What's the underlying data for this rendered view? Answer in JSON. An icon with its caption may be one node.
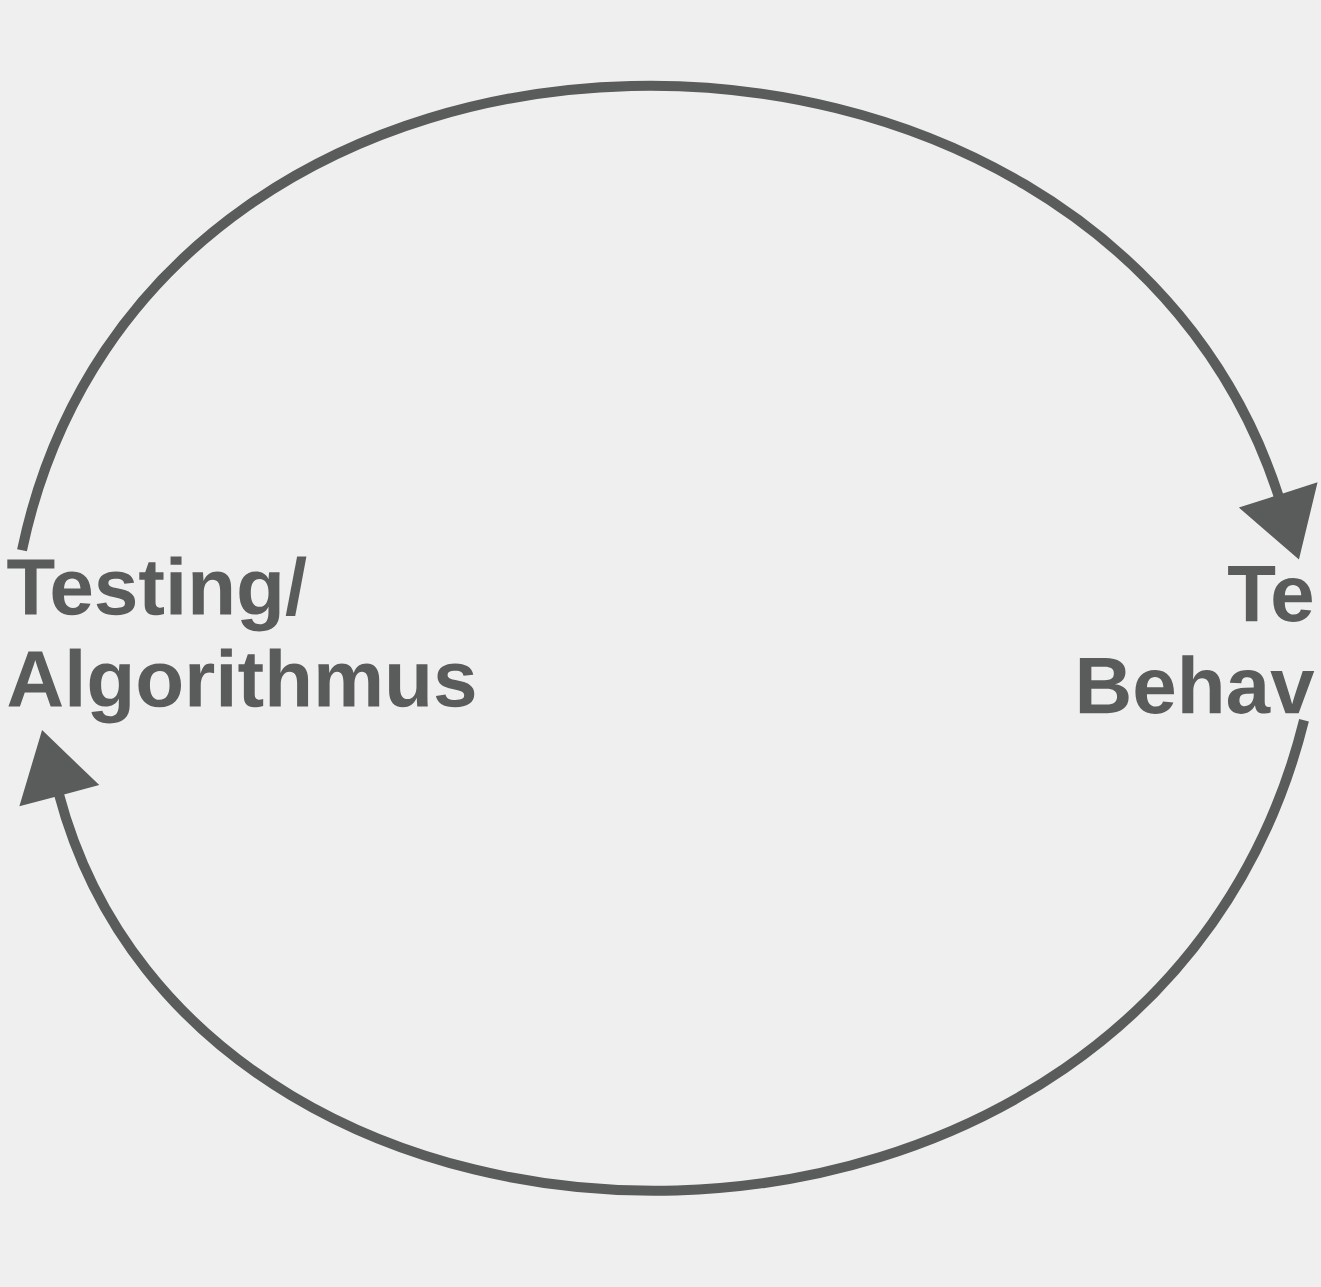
{
  "diagram": {
    "nodes": [
      {
        "text": [
          "Testing/ Algorithmus"
        ]
      },
      {
        "text": [
          "Te Behav"
        ]
      }
    ],
    "edges": [
      {
        "from": 0,
        "to": 1,
        "arrow": "to"
      },
      {
        "from": 1,
        "to": 0,
        "arrow": "to"
      }
    ]
  }
}
